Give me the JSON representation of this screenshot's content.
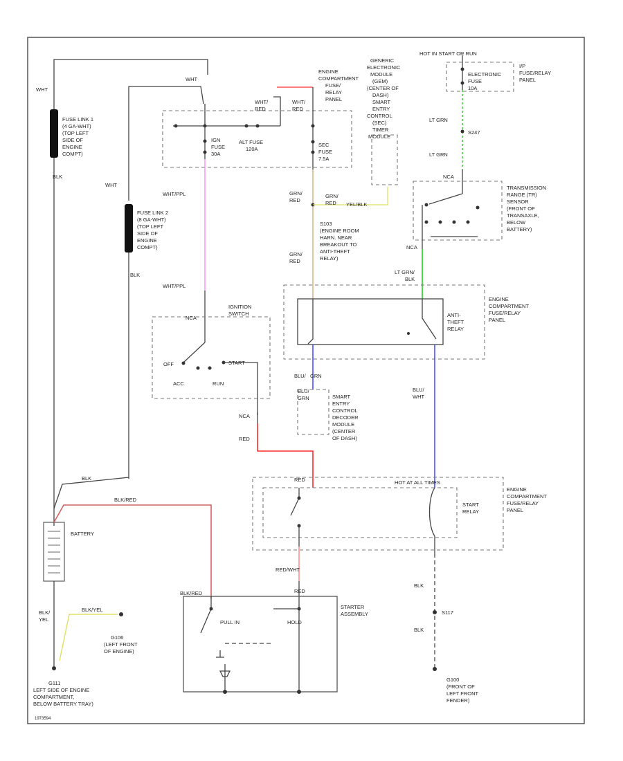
{
  "colors": {
    "wire": "#444444",
    "red": "#ff2a2a",
    "pink": "#ff7fff",
    "tan": "#d2b48c",
    "green": "#22cc22",
    "blue": "#4a4aff",
    "yellow": "#e0e060",
    "gray": "#999999"
  },
  "labels": {
    "fuse_link_1": [
      "FUSE LINK 1",
      "(4 GA-WHT)",
      "(TOP LEFT",
      "SIDE OF",
      "ENGINE",
      "COMPT)"
    ],
    "fuse_link_2": [
      "FUSE LINK 2",
      "(8 GA-WHT)",
      "(TOP LEFT",
      "SIDE OF",
      "ENGINE",
      "COMPT)"
    ],
    "wht_1": "WHT",
    "wht_2": "WHT",
    "wht_3": "WHT",
    "blk_1": "BLK",
    "blk_2": "BLK",
    "engine_fuse_panel": [
      "ENGINE",
      "COMPARTMENT",
      "FUSE/",
      "RELAY",
      "PANEL"
    ],
    "wht_red_1": [
      "WHT/",
      "RED"
    ],
    "wht_red_2": [
      "WHT/",
      "RED"
    ],
    "ign_fuse": [
      "IGN",
      "FUSE",
      "30A"
    ],
    "alt_fuse": [
      "ALT FUSE",
      "120A"
    ],
    "sec_fuse": [
      "SEC",
      "FUSE",
      "7.5A"
    ],
    "gem_module": [
      "GENERIC",
      "ELECTRONIC",
      "MODULE",
      "(GEM)",
      "(CENTER OF",
      "DASH)"
    ],
    "smart_entry_timer": [
      "SMART",
      "ENTRY",
      "CONTROL",
      "(SEC)",
      "TIMER",
      "MODULE"
    ],
    "hot_start_run": "HOT IN START OR RUN",
    "ip_fuse_panel": [
      "I/P",
      "FUSE/RELAY",
      "PANEL"
    ],
    "electronic_fuse": [
      "ELECTRONIC",
      "FUSE",
      "10A"
    ],
    "lt_grn_1": "LT GRN",
    "s247": "S247",
    "lt_grn_2": "LT GRN",
    "nca_1": "NCA",
    "tr_sensor": [
      "TRANSMISSION",
      "RANGE (TR)",
      "SENSOR",
      "(FRONT OF",
      "TRANSAXLE,",
      "BELOW",
      "BATTERY)"
    ],
    "grn_red_1": [
      "GRN/",
      "RED"
    ],
    "grn_red_yel": [
      "GRN/",
      "RED",
      "YEL/BLK"
    ],
    "s103": [
      "S103",
      "(ENGINE ROOM",
      "HARN. NEAR",
      "BREAKOUT TO",
      "ANTI-THEFT",
      "RELAY)"
    ],
    "grn_red_2": [
      "GRN/",
      "RED"
    ],
    "wht_ppl_1": "WHT/PPL",
    "wht_ppl_2": "WHT/PPL",
    "ignition_switch": [
      "IGNITION",
      "SWITCH"
    ],
    "nca_2": "NCA",
    "lt_grn_blk": [
      "LT GRN/",
      "BLK"
    ],
    "nca_3": "NCA",
    "anti_theft_relay": [
      "ANTI-",
      "THEFT",
      "RELAY"
    ],
    "engine_fuse_panel_2": [
      "ENGINE",
      "COMPARTMENT",
      "FUSE/RELAY",
      "PANEL"
    ],
    "ign_off": "OFF",
    "ign_start": "START",
    "ign_acc": "ACC",
    "ign_run": "RUN",
    "nca_4": "NCA",
    "red_1": "RED",
    "blu_grn_1": [
      "BLU/",
      "GRN"
    ],
    "blu_grn_2": [
      "BLU/",
      "GRN"
    ],
    "sec_module": [
      "SMART",
      "ENTRY",
      "CONTROL",
      "DECODER",
      "MODULE",
      "(CENTER",
      "OF DASH)"
    ],
    "blu_wht": [
      "BLU/",
      "WHT"
    ],
    "blk_2b": "BLK",
    "blk_red_1": "BLK/RED",
    "red_2": "RED",
    "hot_at_all_times": "HOT AT ALL TIMES",
    "engine_fuse_panel_3": [
      "ENGINE",
      "COMPARTMENT",
      "FUSE/RELAY",
      "PANEL"
    ],
    "start_relay": [
      "START",
      "RELAY"
    ],
    "battery": "BATTERY",
    "red_wht": "RED/WHT",
    "blk_red_2": "BLK/RED",
    "red_3": "RED",
    "starter": [
      "STARTER",
      "ASSEMBLY"
    ],
    "pull_in": "PULL IN",
    "hold": "HOLD",
    "blk_yel_1": [
      "BLK/",
      "YEL"
    ],
    "blk_yel_2": "BLK/YEL",
    "g106": [
      "G106",
      "(LEFT FRONT",
      "OF ENGINE)"
    ],
    "blk_3": "BLK",
    "s117": "S117",
    "blk_4": "BLK",
    "g111": [
      "G111",
      "LEFT SIDE OF ENGINE",
      "COMPARTMENT,",
      "BELOW BATTERY TRAY)"
    ],
    "g100": [
      "G100",
      "(FRONT OF",
      "LEFT FRONT",
      "FENDER)"
    ],
    "footer_code": "1973594"
  }
}
